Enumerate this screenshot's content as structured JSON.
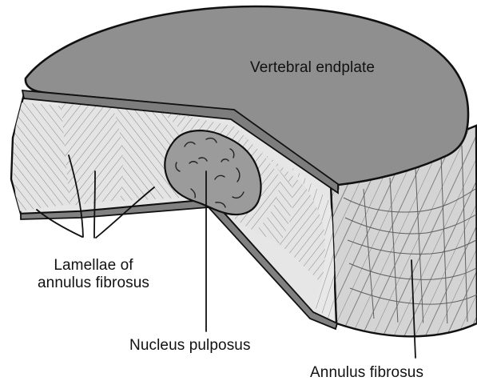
{
  "labels": {
    "vertebral_endplate": "Vertebral endplate",
    "lamellae_line1": "Lamellae of",
    "lamellae_line2": "annulus fibrosus",
    "nucleus_pulposus": "Nucleus pulposus",
    "annulus_fibrosus": "Annulus fibrosus"
  },
  "colors": {
    "endplate_fill": "#8f8f8f",
    "nucleus_fill": "#9b9b9b",
    "annulus_fill": "#dcdcdc",
    "outline": "#111111"
  }
}
